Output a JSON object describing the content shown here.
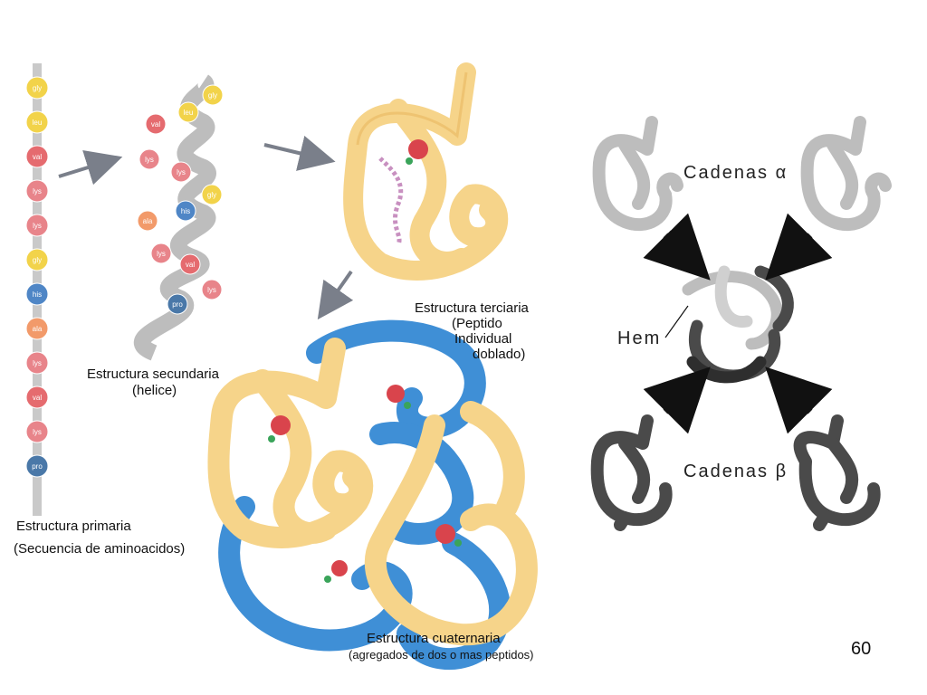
{
  "primary": {
    "title": "Estructura primaria",
    "subtitle": "(Secuencia de aminoacidos)",
    "residues": [
      "gly",
      "leu",
      "val",
      "lys",
      "lys",
      "gly",
      "his",
      "ala",
      "lys",
      "val",
      "lys",
      "pro"
    ]
  },
  "secondary": {
    "title": "Estructura secundaria",
    "subtitle": "(helice)",
    "residues": [
      "gly",
      "leu",
      "val",
      "lys",
      "lys",
      "gly",
      "his",
      "ala",
      "lys",
      "val",
      "lys",
      "pro"
    ]
  },
  "tertiary": {
    "title": "Estructura terciaria",
    "line1": "(Peptido",
    "line2": "Individual",
    "line3": "doblado)"
  },
  "quaternary": {
    "title": "Estructura cuaternaria",
    "subtitle": "(agregados de dos o mas peptidos)"
  },
  "hemoglobin": {
    "alpha_label": "Cadenas α",
    "beta_label": "Cadenas β",
    "hem_label": "Hem"
  },
  "slide_number": "60",
  "colors": {
    "gly": "#f2d34a",
    "leu": "#f2d34a",
    "val": "#e56b6f",
    "lys": "#e8848a",
    "his": "#4f86c6",
    "ala": "#f29a6a",
    "pro": "#4a78a8",
    "tan": "#f6d48a",
    "blue": "#3f8fd6"
  }
}
